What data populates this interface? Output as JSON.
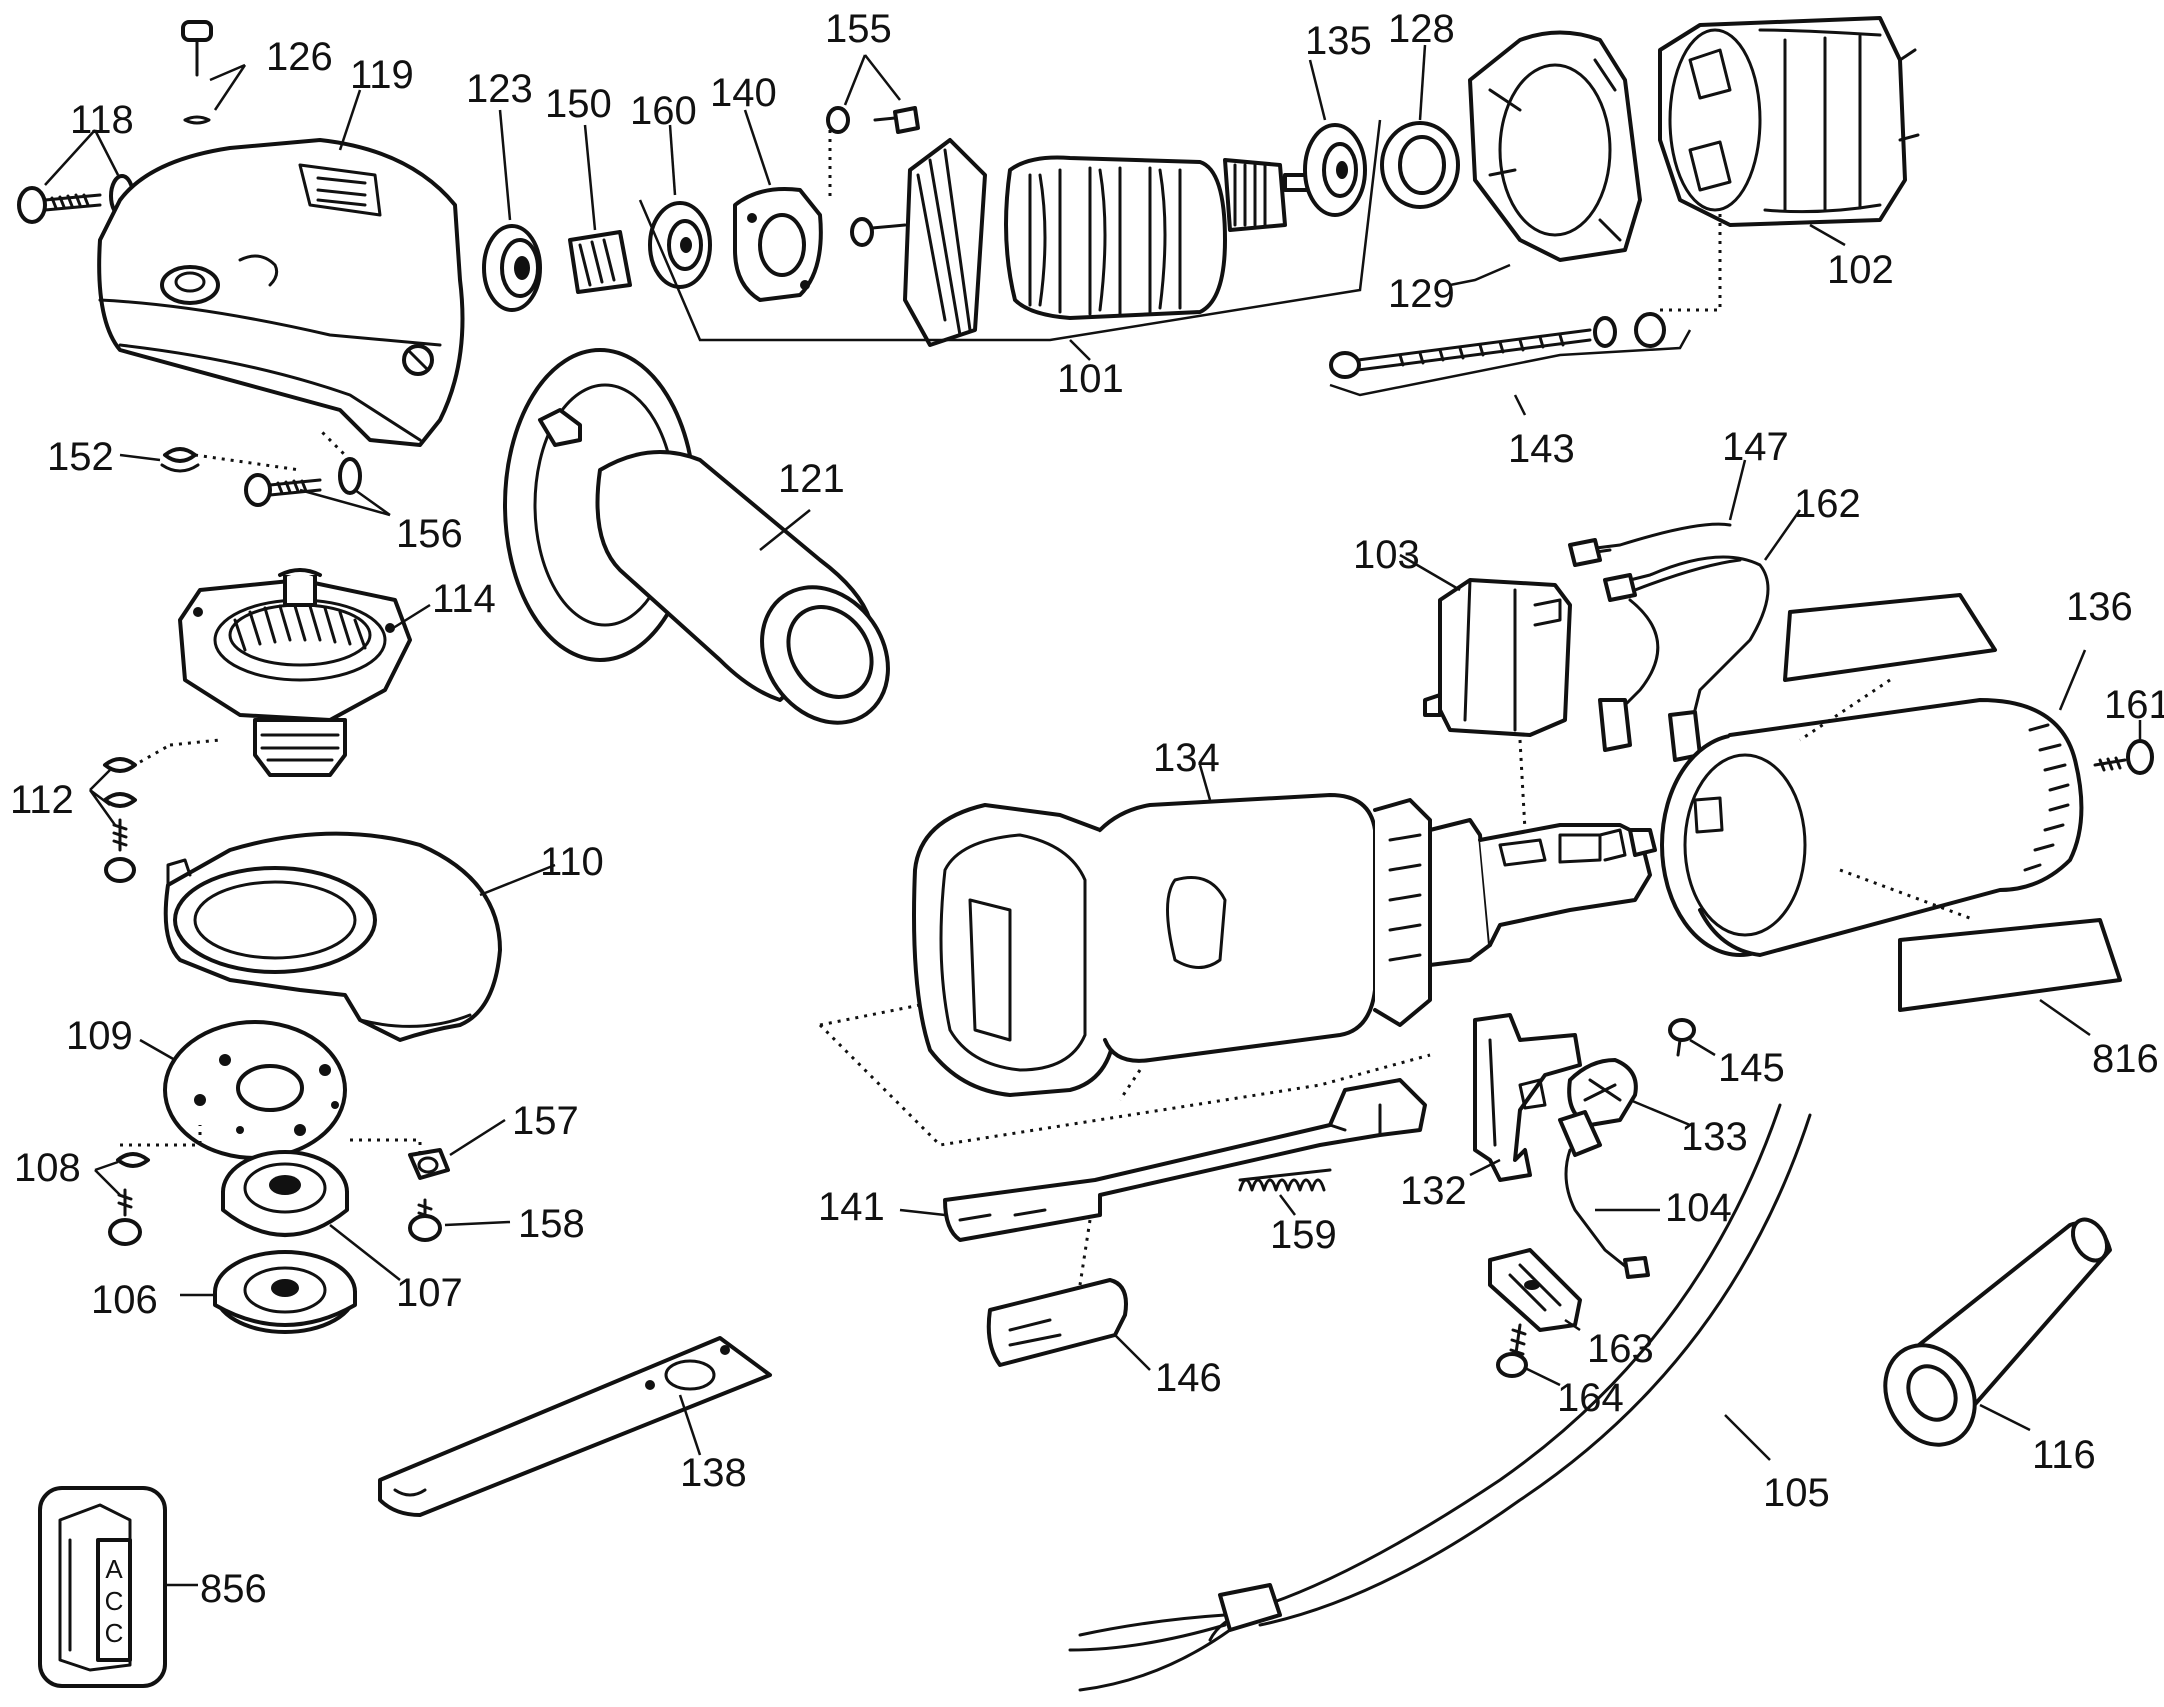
{
  "labels": {
    "p101": "101",
    "p102": "102",
    "p103": "103",
    "p104": "104",
    "p105": "105",
    "p106": "106",
    "p107": "107",
    "p108": "108",
    "p109": "109",
    "p110": "110",
    "p112": "112",
    "p114": "114",
    "p116": "116",
    "p118": "118",
    "p119": "119",
    "p121": "121",
    "p123": "123",
    "p126": "126",
    "p128": "128",
    "p129": "129",
    "p132": "132",
    "p133": "133",
    "p134": "134",
    "p135": "135",
    "p136": "136",
    "p138": "138",
    "p140": "140",
    "p141": "141",
    "p143": "143",
    "p145": "145",
    "p146": "146",
    "p147": "147",
    "p150": "150",
    "p152": "152",
    "p155": "155",
    "p156": "156",
    "p157": "157",
    "p158": "158",
    "p159": "159",
    "p160": "160",
    "p161": "161",
    "p162": "162",
    "p163": "163",
    "p164": "164",
    "p816": "816",
    "p856": "856"
  },
  "box_text": {
    "line1": "A",
    "line2": "C",
    "line3": "C"
  }
}
